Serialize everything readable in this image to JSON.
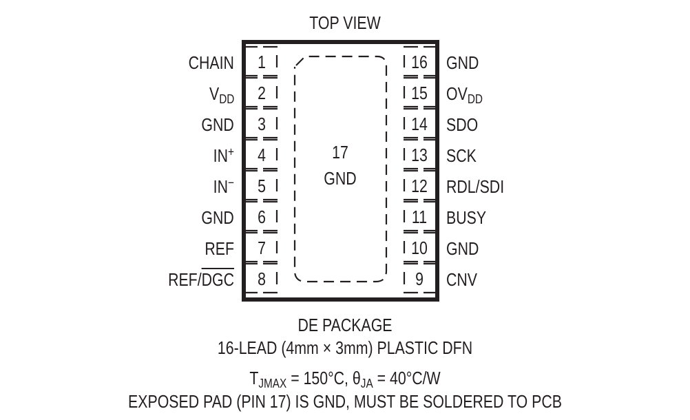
{
  "diagram": {
    "title": "TOP VIEW",
    "package_outline_color": "#231f20",
    "exposed_pad": {
      "number": "17",
      "name": "GND"
    },
    "left_pins": [
      {
        "number": "1",
        "name": "CHAIN",
        "main": "CHAIN",
        "sub": "",
        "sup": ""
      },
      {
        "number": "2",
        "name": "VDD",
        "main": "V",
        "sub": "DD",
        "sup": ""
      },
      {
        "number": "3",
        "name": "GND",
        "main": "GND",
        "sub": "",
        "sup": ""
      },
      {
        "number": "4",
        "name": "IN+",
        "main": "IN",
        "sub": "",
        "sup": "+"
      },
      {
        "number": "5",
        "name": "IN-",
        "main": "IN",
        "sub": "",
        "sup": "−"
      },
      {
        "number": "6",
        "name": "GND",
        "main": "GND",
        "sub": "",
        "sup": ""
      },
      {
        "number": "7",
        "name": "REF",
        "main": "REF",
        "sub": "",
        "sup": ""
      },
      {
        "number": "8",
        "name": "REF/DGC",
        "main": "REF/",
        "overline": "DGC",
        "sub": "",
        "sup": ""
      }
    ],
    "right_pins": [
      {
        "number": "16",
        "name": "GND",
        "main": "GND",
        "sub": ""
      },
      {
        "number": "15",
        "name": "OVDD",
        "main": "OV",
        "sub": "DD"
      },
      {
        "number": "14",
        "name": "SDO",
        "main": "SDO",
        "sub": ""
      },
      {
        "number": "13",
        "name": "SCK",
        "main": "SCK",
        "sub": ""
      },
      {
        "number": "12",
        "name": "RDL/SDI",
        "main": "RDL/SDI",
        "sub": ""
      },
      {
        "number": "11",
        "name": "BUSY",
        "main": "BUSY",
        "sub": ""
      },
      {
        "number": "10",
        "name": "GND",
        "main": "GND",
        "sub": ""
      },
      {
        "number": "9",
        "name": "CNV",
        "main": "CNV",
        "sub": ""
      }
    ],
    "package_name": "DE PACKAGE",
    "package_desc": "16-LEAD (4mm × 3mm) PLASTIC DFN",
    "thermal": {
      "tj_symbol": "T",
      "tj_sub": "JMAX",
      "tj_value": " = 150°C, ",
      "theta_symbol": "θ",
      "theta_sub": "JA",
      "theta_value": " = 40°C/W"
    },
    "note": "EXPOSED PAD (PIN 17) IS GND, MUST BE SOLDERED TO PCB"
  }
}
